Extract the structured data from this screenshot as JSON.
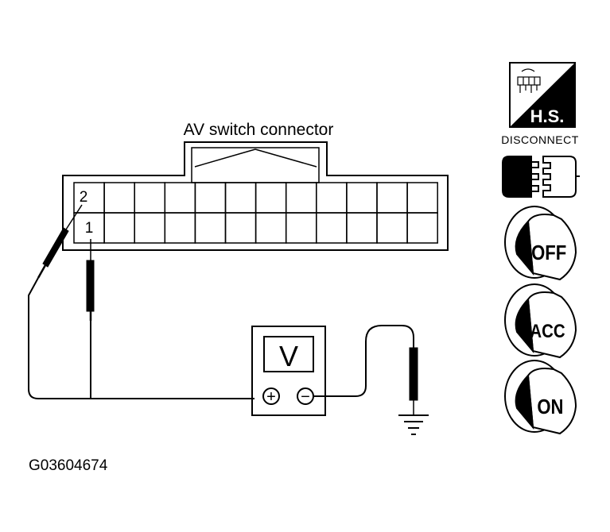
{
  "diagram": {
    "connector_label": "AV switch connector",
    "terminals": {
      "upper": "2",
      "lower": "1"
    },
    "meter": {
      "display": "V",
      "plus_symbol": "+",
      "minus_symbol": "−"
    },
    "figure_id": "G03604674"
  },
  "icons": {
    "hs_badge_text": "H.S.",
    "disconnect_label": "DISCONNECT",
    "ignition_off": "OFF",
    "ignition_acc": "ACC",
    "ignition_on": "ON"
  }
}
